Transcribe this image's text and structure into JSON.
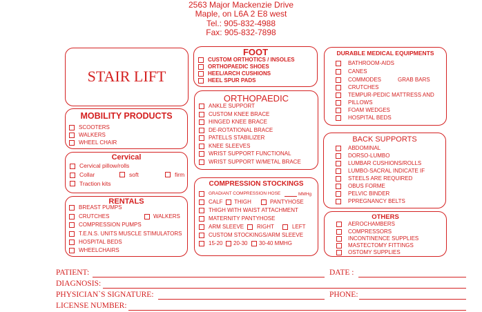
{
  "header": {
    "address1": "2563 Major Mackenzie Drive",
    "address2": "Maple, on L6A 2  E8 west",
    "tel": "Tel.: 905-832-4988",
    "fax": "Fax: 905-832-7898"
  },
  "stair_lift": "STAIR LIFT",
  "mobility": {
    "title": "MOBILITY PRODUCTS",
    "items": [
      "SCOOTERS",
      "WALKERS",
      "WHEEL CHAIR"
    ]
  },
  "cervical": {
    "title": "Cervical",
    "pillow": "Cervical pillow/rolls",
    "collar": "Collar",
    "soft": "soft",
    "firm": "firm",
    "traction": "Traction kits"
  },
  "rentals": {
    "title": "RENTALS",
    "breast_pumps": "BREAST PUMPS",
    "crutches": "CRUTCHES",
    "walkers": "WALKERS",
    "compression_pumps": "COMPRESSION PUMPS",
    "tens": "T.E.N.S. UNITS MUSCLE STIMULATORS",
    "hospital_beds": "HOSPITAL BEDS",
    "wheelchairs": "WHEELCHAIRS"
  },
  "foot": {
    "title": "FOOT",
    "items": [
      "CUSTOM ORTHOTICS / INSOLES",
      "ORTHOPAEDIC SHOES",
      "HEEL/ARCH CUSHIONS",
      "HEEL SPUR PADS"
    ]
  },
  "orthopaedic": {
    "title": "ORTHOPAEDIC",
    "items": [
      "ANKLE SUPPORT",
      "CUSTOM KNEE BRACE",
      "HINGED KNEE BRACE",
      "DE-ROTATIONAL BRACE",
      "PATELLS STABILIZER",
      "KNEE SLEEVES",
      "WRIST SUPPORT FUNCTIONAL",
      "WRIST SUPPORT W/METAL BRACE"
    ]
  },
  "compression": {
    "title": "COMPRESSION STOCKINGS",
    "gradient": "GRADIANT COMPRESSION HOSE",
    "mmhg_unit": "MMHg",
    "calf": "CALF",
    "thigh": "THIGH",
    "pantyhose": "PANTYHOSE",
    "thigh_waist": "THIGH WITH WAIST ATTACHMENT",
    "maternity": "MATERNITY PANTYHOSE",
    "arm_sleeve": "ARM SLEEVE",
    "right": "RIGHT",
    "left": "LEFT",
    "custom": "CUSTOM STOCKINGS/ARM SLEEVE",
    "r1": "15-20",
    "r2": "20-30",
    "r3": "30-40 MMHG"
  },
  "dme": {
    "title": "DURABLE MEDICAL EQUIPMENTS",
    "bathroom": "BATHROOM-AIDS",
    "canes": "CANES",
    "commodes": "COMMODES",
    "grab_bars": "GRAB BARS",
    "crutches": "CRUTCHES",
    "tempur": "TEMPUR-PEDIC MATTRESS AND",
    "pillows": "PILLOWS",
    "foam": "FOAM WEDGES",
    "beds": "HOSPITAL BEDS"
  },
  "back": {
    "title": "BACK SUPPORTS",
    "items": [
      "ABDOMINAL",
      "DORSO-LUMBO",
      "LUMBAR CUSHIONS/ROLLS",
      "LUMBO-SACRAL INDICATE IF",
      "STEELS ARE REQUIRED",
      "OBUS FORME",
      "PELVIC BINDER",
      "PPREGNANCY BELTS"
    ]
  },
  "others": {
    "title": "OTHERS",
    "items": [
      "AEROCHAMBERS",
      "COMPRESSORS",
      "INCONTINENCE SUPPLIES",
      "MASTECTOMY FITTINGS",
      "OSTOMY SUPPLIES"
    ]
  },
  "form": {
    "patient": "PATIENT:",
    "date": "DATE :",
    "diagnosis": "DIAGNOSIS:",
    "signature": "PHYSICIAN`S SIGNATURE:",
    "phone": "PHONE:",
    "license": "LICENSE NUMBER:"
  },
  "colors": {
    "ink": "#d42020"
  }
}
